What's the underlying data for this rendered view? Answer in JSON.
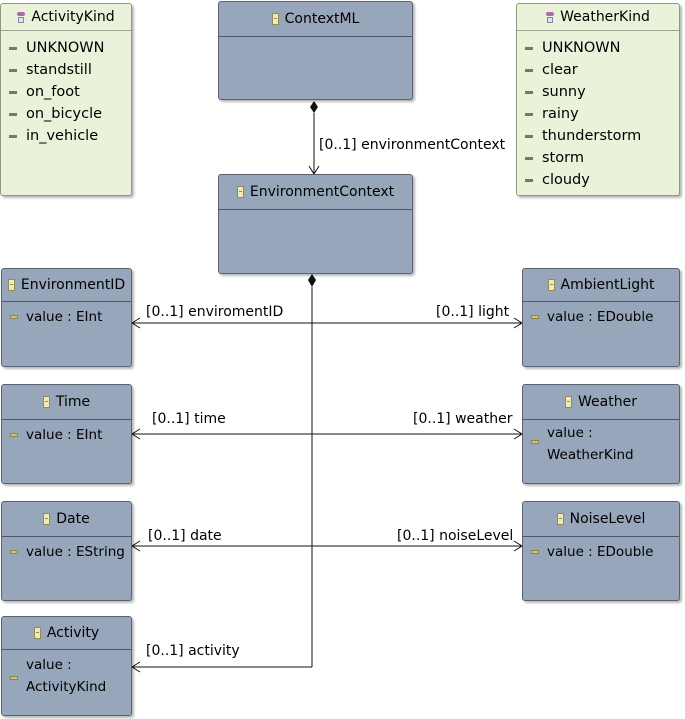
{
  "enums": {
    "activity_kind": {
      "name": "ActivityKind",
      "literals": [
        "UNKNOWN",
        "standstill",
        "on_foot",
        "on_bicycle",
        "in_vehicle"
      ]
    },
    "weather_kind": {
      "name": "WeatherKind",
      "literals": [
        "UNKNOWN",
        "clear",
        "sunny",
        "rainy",
        "thunderstorm",
        "storm",
        "cloudy"
      ]
    }
  },
  "classes": {
    "context_ml": {
      "name": "ContextML"
    },
    "environment_context": {
      "name": "EnvironmentContext"
    },
    "environment_id": {
      "name": "EnvironmentID",
      "attribute": "value : EInt"
    },
    "time": {
      "name": "Time",
      "attribute": "value : EInt"
    },
    "date": {
      "name": "Date",
      "attribute": "value : EString"
    },
    "activity": {
      "name": "Activity",
      "attribute_line1": "value :",
      "attribute_line2": "ActivityKind"
    },
    "ambient_light": {
      "name": "AmbientLight",
      "attribute": "value : EDouble"
    },
    "weather": {
      "name": "Weather",
      "attribute_line1": "value :",
      "attribute_line2": "WeatherKind"
    },
    "noise_level": {
      "name": "NoiseLevel",
      "attribute": "value : EDouble"
    }
  },
  "references": {
    "environment_context": "[0..1] environmentContext",
    "enviroment_id": "[0..1] enviromentID",
    "light": "[0..1] light",
    "time": "[0..1] time",
    "weather": "[0..1] weather",
    "date": "[0..1] date",
    "noise_level": "[0..1] noiseLevel",
    "activity": "[0..1] activity"
  }
}
